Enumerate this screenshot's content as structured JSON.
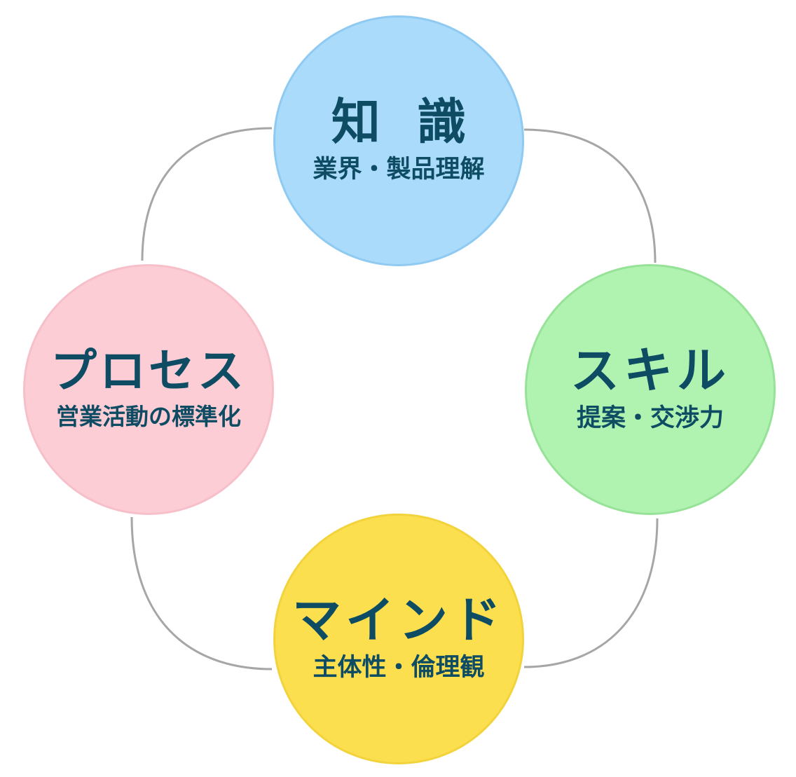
{
  "nodes": [
    {
      "title": "知 識",
      "subtitle": "業界・製品理解",
      "color": "#aadbfa"
    },
    {
      "title": "スキル",
      "subtitle": "提案・交渉力",
      "color": "#b0f3b1"
    },
    {
      "title": "マインド",
      "subtitle": "主体性・倫理観",
      "color": "#fbdf4e"
    },
    {
      "title": "プロセス",
      "subtitle": "営業活動の標準化",
      "color": "#fccdd5"
    }
  ],
  "text_color": "#0e4c63",
  "connector_color": "#a6a6a6"
}
